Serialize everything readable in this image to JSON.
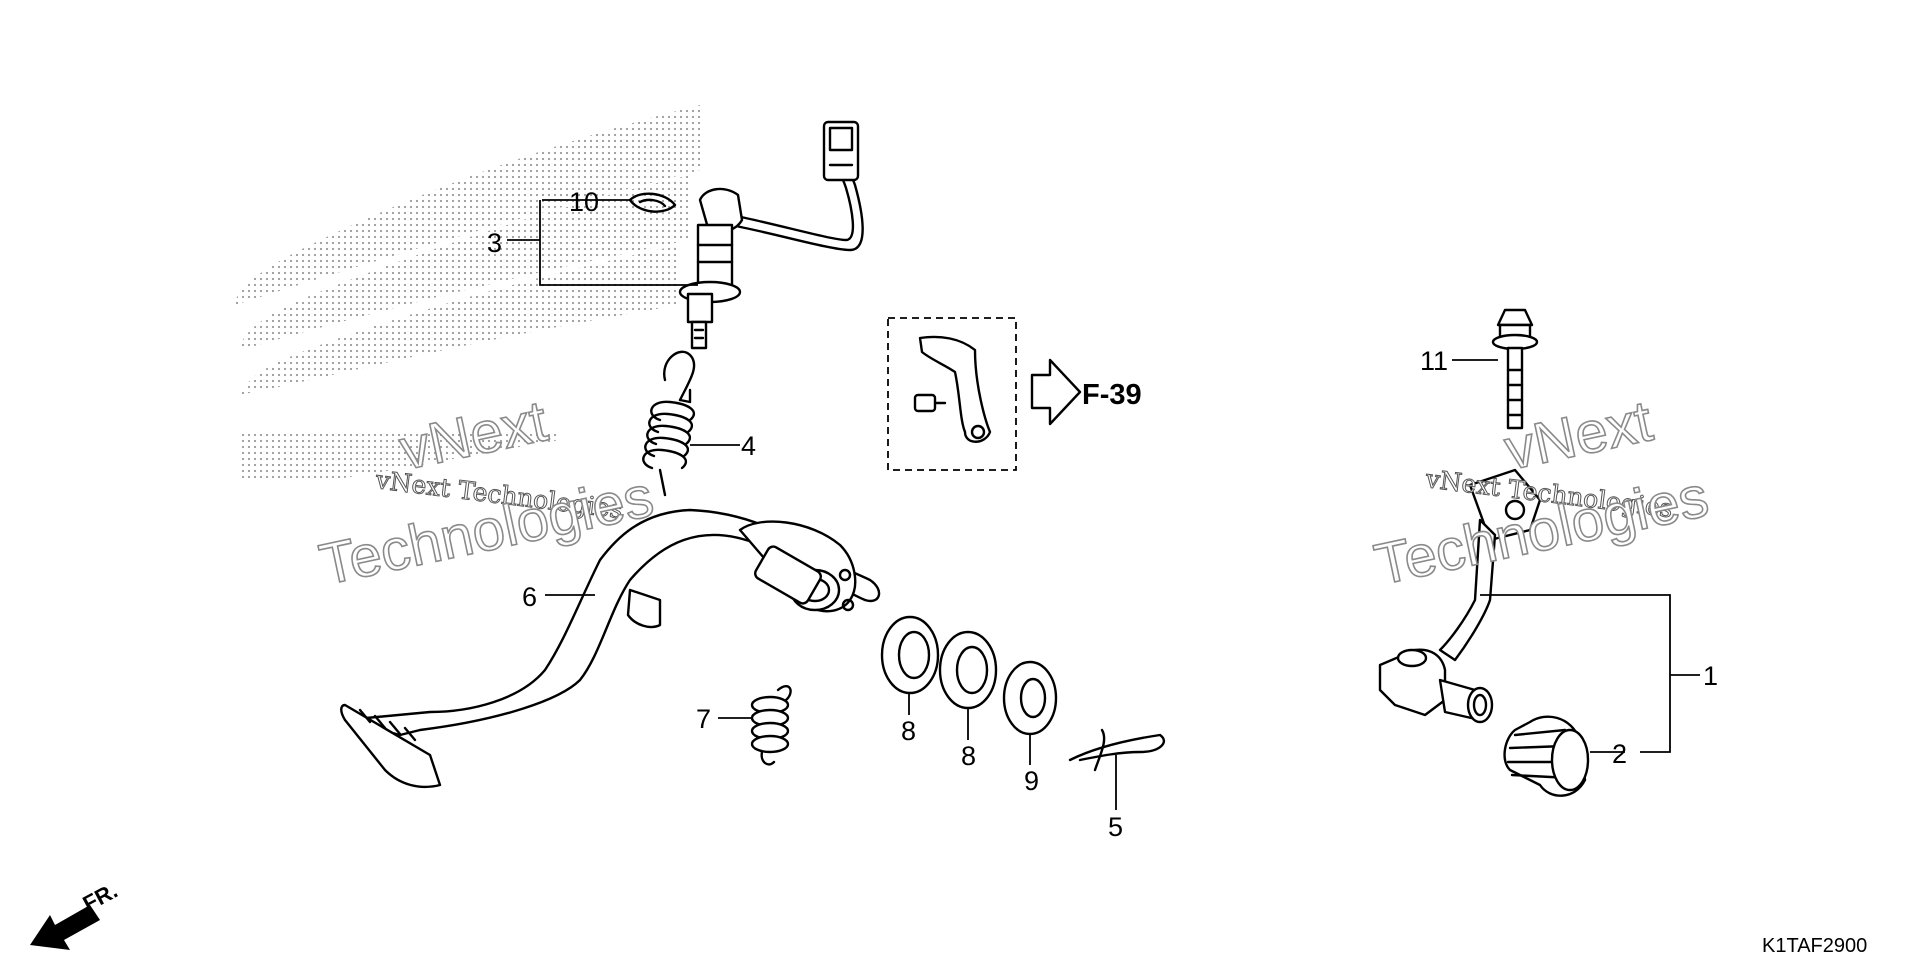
{
  "callouts": {
    "c1": "1",
    "c2": "2",
    "c3": "3",
    "c4": "4",
    "c5": "5",
    "c6": "6",
    "c7": "7",
    "c8a": "8",
    "c8b": "8",
    "c9": "9",
    "c10": "10",
    "c11": "11"
  },
  "reference": {
    "label": "F-39"
  },
  "front_marker": {
    "label": "FR."
  },
  "diagram_code": "K1TAF2900",
  "watermarks": {
    "small_text": "vNext Technologies",
    "big_line1": "vNext",
    "big_line2": "Technologies"
  },
  "colors": {
    "ink": "#000000",
    "background": "#ffffff",
    "halftone": "#9a9a9a"
  }
}
